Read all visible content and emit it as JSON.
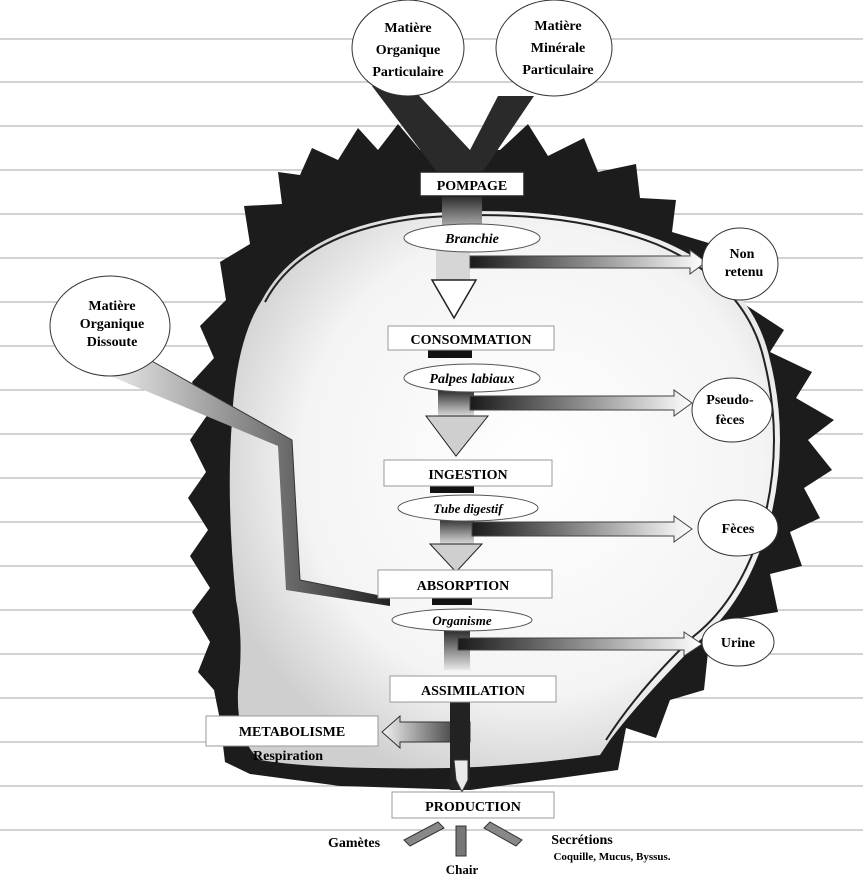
{
  "sources": {
    "mop": [
      "Matière",
      "Organique",
      "Particulaire"
    ],
    "mmp": [
      "Matière",
      "Minérale",
      "Particulaire"
    ],
    "mod": [
      "Matière",
      "Organique",
      "Dissoute"
    ]
  },
  "processes": {
    "pompage": "POMPAGE",
    "consommation": "CONSOMMATION",
    "ingestion": "INGESTION",
    "absorption": "ABSORPTION",
    "assimilation": "ASSIMILATION",
    "metabolisme": "METABOLISME",
    "respiration": "Respiration",
    "production": "PRODUCTION"
  },
  "organs": {
    "branchie": "Branchie",
    "palpes": "Palpes labiaux",
    "tube": "Tube digestif",
    "organisme": "Organisme"
  },
  "outputs": {
    "non_retenu": [
      "Non",
      "retenu"
    ],
    "pseudofeces": [
      "Pseudo-",
      "fèces"
    ],
    "feces": "Fèces",
    "urine": "Urine"
  },
  "products": {
    "gametes": "Gamètes",
    "chair": "Chair",
    "secretions": "Secrétions",
    "secretions_detail": "Coquille, Mucus, Byssus."
  },
  "colors": {
    "ink": "#111111",
    "line": "#9a9a9a",
    "paper": "#ffffff"
  }
}
